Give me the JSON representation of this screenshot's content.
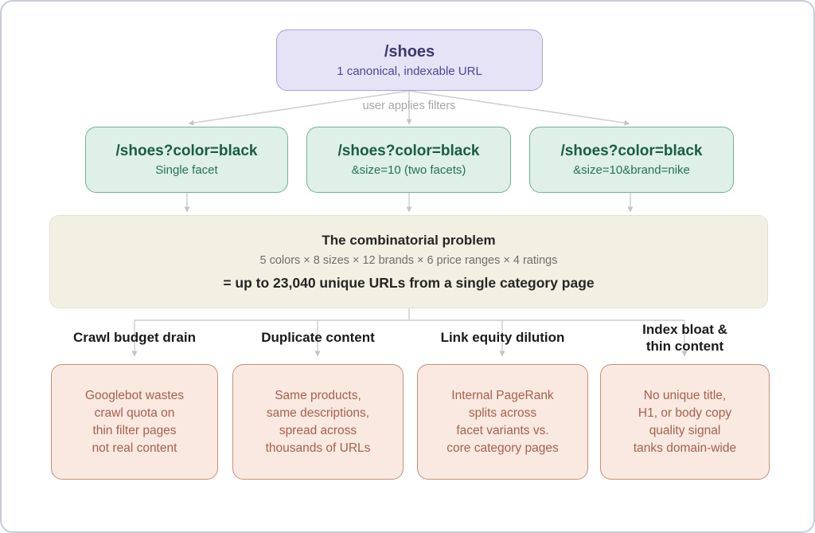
{
  "root_node": {
    "title": "/shoes",
    "subtitle": "1 canonical, indexable URL"
  },
  "edge_label": "user applies filters",
  "facet_nodes": [
    {
      "title": "/shoes?color=black",
      "subtitle": "Single facet"
    },
    {
      "title": "/shoes?color=black",
      "subtitle": "&size=10 (two facets)"
    },
    {
      "title": "/shoes?color=black",
      "subtitle": "&size=10&brand=nike"
    }
  ],
  "combinatorial": {
    "title": "The combinatorial problem",
    "formula": "5 colors × 8 sizes × 12 brands × 6 price ranges × 4 ratings",
    "result": "= up to 23,040 unique URLs from a single category page"
  },
  "consequences": [
    {
      "heading": "Crawl budget drain",
      "body": "Googlebot wastes\ncrawl quota on\nthin filter pages\nnot real content"
    },
    {
      "heading": "Duplicate content",
      "body": "Same products,\nsame descriptions,\nspread across\nthousands of URLs"
    },
    {
      "heading": "Link equity dilution",
      "body": "Internal PageRank\nsplits across\nfacet variants vs.\ncore category pages"
    },
    {
      "heading": "Index bloat &\nthin content",
      "body": "No unique title,\nH1, or body copy\nquality signal\ntanks domain-wide"
    }
  ],
  "colors": {
    "root_fill": "#e6e3f7",
    "root_border": "#a9a2d8",
    "root_text": "#3c3770",
    "facet_fill": "#def0e7",
    "facet_border": "#72b396",
    "facet_text": "#1a5c47",
    "combinatorial_fill": "#f1f0e2",
    "consequence_fill": "#f9e9e1",
    "consequence_border": "#c69078",
    "consequence_text": "#a6614c",
    "connector_line": "#c9c9c9",
    "frame_border": "#c7cdd8"
  }
}
